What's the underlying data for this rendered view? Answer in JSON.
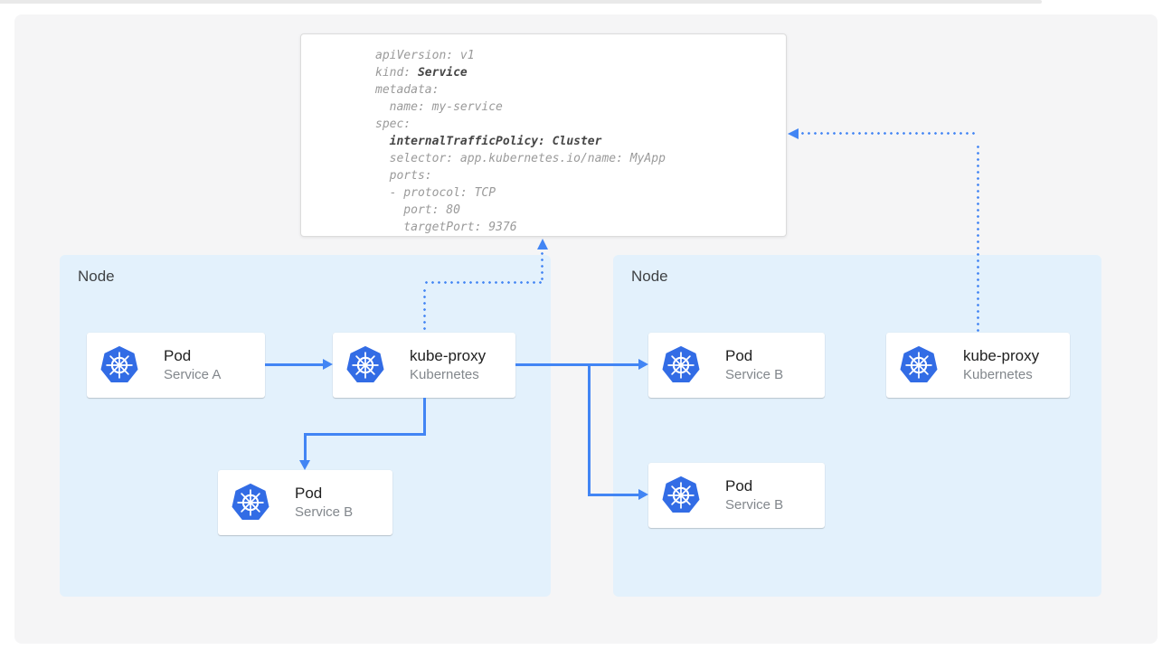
{
  "yaml_panel": {
    "lines": [
      {
        "pre": "apiVersion: v1",
        "bold": "",
        "post": ""
      },
      {
        "pre": "kind: ",
        "bold": "Service",
        "post": ""
      },
      {
        "pre": "metadata:",
        "bold": "",
        "post": ""
      },
      {
        "pre": "  name: my-service",
        "bold": "",
        "post": ""
      },
      {
        "pre": "spec:",
        "bold": "",
        "post": ""
      },
      {
        "pre": "  ",
        "bold": "internalTrafficPolicy: Cluster",
        "post": ""
      },
      {
        "pre": "  selector: app.kubernetes.io/name: MyApp",
        "bold": "",
        "post": ""
      },
      {
        "pre": "  ports:",
        "bold": "",
        "post": ""
      },
      {
        "pre": "  - protocol: TCP",
        "bold": "",
        "post": ""
      },
      {
        "pre": "    port: 80",
        "bold": "",
        "post": ""
      },
      {
        "pre": "    targetPort: 9376",
        "bold": "",
        "post": ""
      }
    ]
  },
  "nodes": {
    "left": {
      "label": "Node"
    },
    "right": {
      "label": "Node"
    }
  },
  "cards": {
    "pod_a": {
      "title": "Pod",
      "subtitle": "Service A",
      "icon": "kubernetes-wheel"
    },
    "kube_proxy_left": {
      "title": "kube-proxy",
      "subtitle": "Kubernetes",
      "icon": "kubernetes-wheel"
    },
    "pod_b_left": {
      "title": "Pod",
      "subtitle": "Service B",
      "icon": "kubernetes-wheel"
    },
    "pod_b_right_top": {
      "title": "Pod",
      "subtitle": "Service B",
      "icon": "kubernetes-wheel"
    },
    "pod_b_right_bottom": {
      "title": "Pod",
      "subtitle": "Service B",
      "icon": "kubernetes-wheel"
    },
    "kube_proxy_right": {
      "title": "kube-proxy",
      "subtitle": "Kubernetes",
      "icon": "kubernetes-wheel"
    }
  },
  "colors": {
    "kubernetes_blue": "#326ce5",
    "connector_blue": "#4285f4",
    "node_background": "#e3f1fc",
    "panel_background": "#f5f5f6",
    "card_title": "#212121",
    "card_subtitle": "#82878c",
    "yaml_text": "#9a9a9a",
    "yaml_bold_text": "#454545"
  }
}
